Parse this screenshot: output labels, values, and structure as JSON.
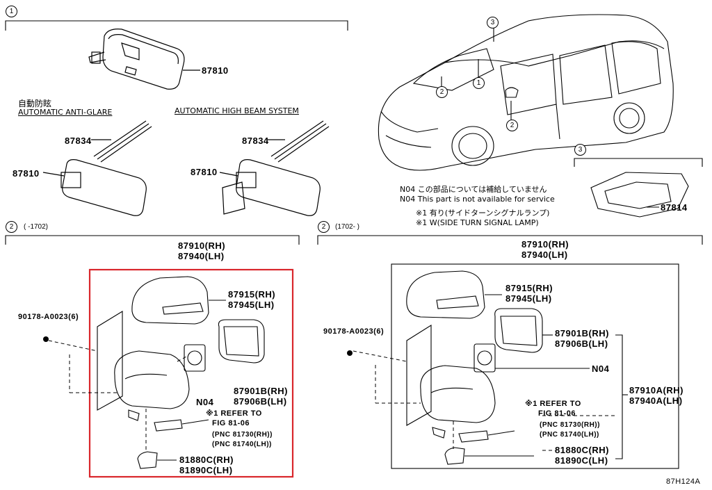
{
  "section1": {
    "marker": "1"
  },
  "section2_left": {
    "marker": "2",
    "range": "(    -1702)"
  },
  "section2_right": {
    "marker": "2",
    "range": "(1702-    )"
  },
  "section3": {
    "marker": "3"
  },
  "top_left": {
    "mirror_pn": "87810",
    "jp_label": "自動防眩",
    "anti_glare_label": "AUTOMATIC ANTI-GLARE",
    "high_beam_label": "AUTOMATIC HIGH BEAM SYSTEM",
    "cover_pn_left": "87834",
    "mirror_pn_left": "87810",
    "cover_pn_right": "87834",
    "mirror_pn_right": "87810"
  },
  "vehicle": {
    "callouts": [
      "3",
      "2",
      "1",
      "2"
    ]
  },
  "notes": {
    "n04_jp": "N04 この部品については補給していません",
    "n04_en": "N04 This part is not available for service",
    "w1_jp": "※1 有り(サイドターンシグナルランプ)",
    "w1_en": "※1 W(SIDE TURN SIGNAL LAMP)"
  },
  "overhead": {
    "pn": "87814"
  },
  "left_assembly": {
    "title_rh": "87910(RH)",
    "title_lh": "87940(LH)",
    "bolt": "90178-A0023(6)",
    "cover_rh": "87915(RH)",
    "cover_lh": "87945(LH)",
    "n04": "N04",
    "glass_rh": "87901B(RH)",
    "glass_lh": "87906B(LH)",
    "refer1": "※1 REFER TO",
    "refer2": "FIG 81-06",
    "pnc1": "(PNC 81730(RH))",
    "pnc2": "(PNC 81740(LH))",
    "lamp_rh": "81880C(RH)",
    "lamp_lh": "81890C(LH)"
  },
  "right_assembly": {
    "title_rh": "87910(RH)",
    "title_lh": "87940(LH)",
    "bolt": "90178-A0023(6)",
    "cover_rh": "87915(RH)",
    "cover_lh": "87945(LH)",
    "glass_rh": "87901B(RH)",
    "glass_lh": "87906B(LH)",
    "n04": "N04",
    "assy_rh": "87910A(RH)",
    "assy_lh": "87940A(LH)",
    "refer1": "※1 REFER TO",
    "refer2": "FIG 81-06",
    "pnc1": "(PNC 81730(RH))",
    "pnc2": "(PNC 81740(LH))",
    "lamp_rh": "81880C(RH)",
    "lamp_lh": "81890C(LH)"
  },
  "figure_id": "87H124A",
  "highlight_color": "#d9262b"
}
